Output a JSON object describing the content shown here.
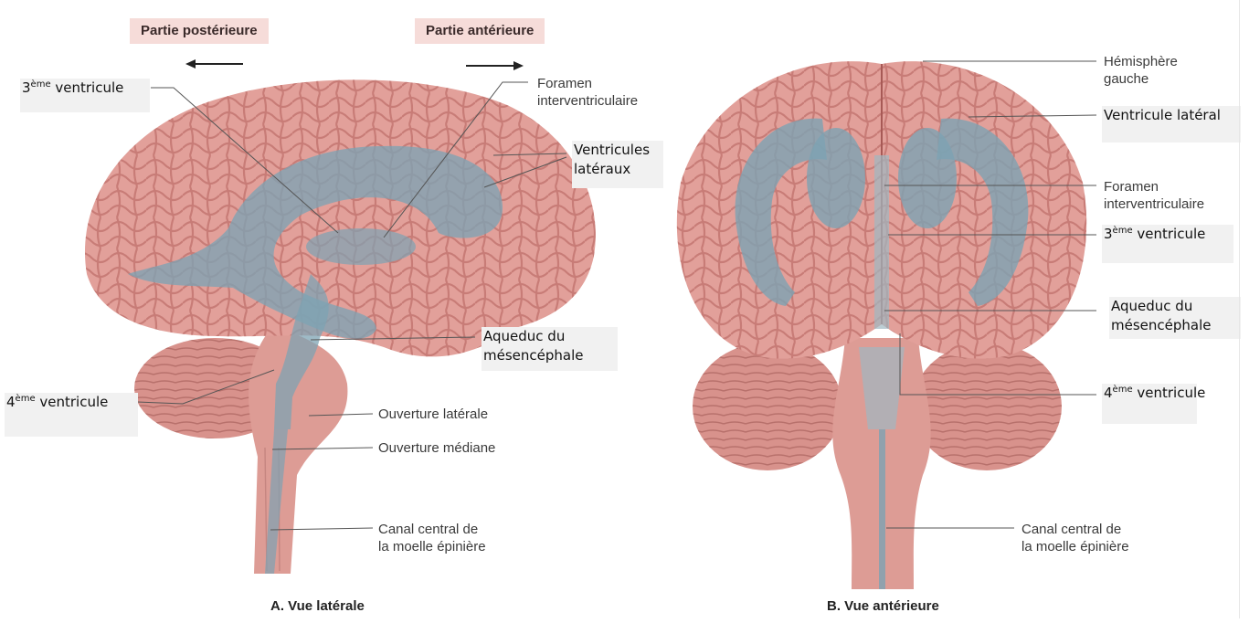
{
  "header": {
    "posterior_tag": "Partie postérieure",
    "anterior_tag": "Partie antérieure"
  },
  "panel_a": {
    "caption": "A. Vue latérale",
    "labels": {
      "third_ventricle_sup": "ème",
      "third_ventricle_num": "3",
      "third_ventricle_text": "ventricule",
      "foramen": "Foramen\ninterventriculaire",
      "lateral_ventricles": "Ventricules\nlatéraux",
      "aqueduct": "Aqueduc du\nmésencéphale",
      "fourth_ventricle_num": "4",
      "fourth_ventricle_sup": "ème",
      "fourth_ventricle_text": "ventricule",
      "lateral_aperture": "Ouverture latérale",
      "median_aperture": "Ouverture médiane",
      "central_canal": "Canal central de\nla moelle épinière"
    }
  },
  "panel_b": {
    "caption": "B. Vue antérieure",
    "labels": {
      "left_hemisphere": "Hémisphère\ngauche",
      "lateral_ventricle": "Ventricule latéral",
      "foramen": "Foramen\ninterventriculaire",
      "third_ventricle_num": "3",
      "third_ventricle_sup": "ème",
      "third_ventricle_text": "ventricule",
      "aqueduct": "Aqueduc du\nmésencéphale",
      "fourth_ventricle_num": "4",
      "fourth_ventricle_sup": "ème",
      "fourth_ventricle_text": "ventricule",
      "central_canal": "Canal central de\nla moelle épinière"
    }
  },
  "colors": {
    "brain_tissue": "#e2a09a",
    "gyri_line": "#b86a66",
    "cerebellum": "#d8928c",
    "ventricle": "#7da3b3",
    "tag_bg": "#f6dcd9",
    "answer_box": "#f1f1f1"
  }
}
